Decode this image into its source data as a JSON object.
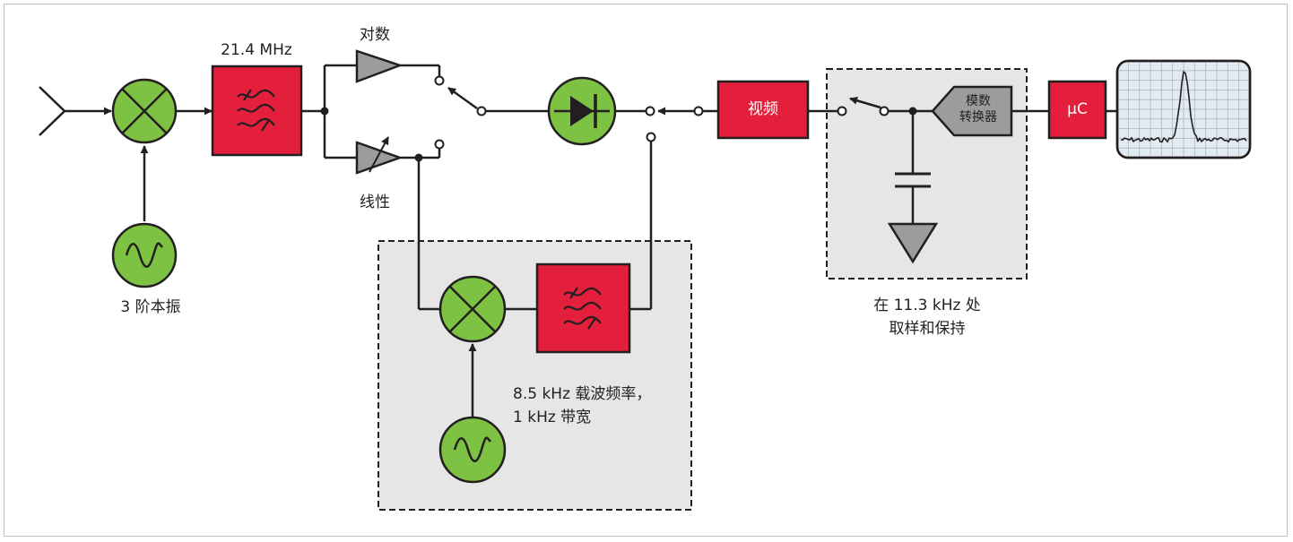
{
  "labels": {
    "if_freq": "21.4 MHz",
    "log": "对数",
    "linear": "线性",
    "third_lo": "3 阶本振",
    "video": "视频",
    "adc_line1": "模数",
    "adc_line2": "转换器",
    "micro": "μC",
    "sample_line1": "在 11.3 kHz 处",
    "sample_line2": "取样和保持",
    "carrier_line1": "8.5 kHz 载波频率，",
    "carrier_line2": "1 kHz 带宽"
  },
  "colors": {
    "red_block": "#e31f3c",
    "green_circle": "#7dc242",
    "gray_amp": "#9c9c9c",
    "dashed_region": "#e6e6e6",
    "line": "#231f20"
  }
}
